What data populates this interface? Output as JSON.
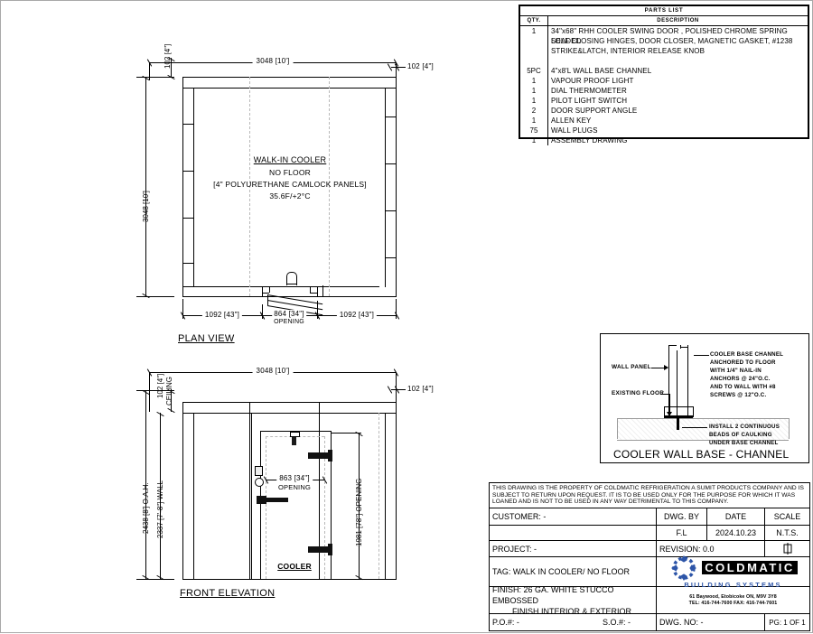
{
  "parts_list": {
    "title": "PARTS LIST",
    "col_qty": "QTY.",
    "col_desc": "DESCRIPTION",
    "rows": [
      {
        "qty": "1",
        "desc": "34\"x68\" RHH COOLER SWING DOOR ,  POLISHED CHROME SPRING LOADED"
      },
      {
        "qty": "",
        "desc": "SELF CLOSING HINGES, DOOR CLOSER, MAGNETIC GASKET, #1238"
      },
      {
        "qty": "",
        "desc": "STRIKE&LATCH, INTERIOR RELEASE KNOB"
      },
      {
        "qty": "",
        "desc": ""
      },
      {
        "qty": "5PC",
        "desc": "4\"x8'L WALL BASE CHANNEL"
      },
      {
        "qty": "1",
        "desc": "VAPOUR PROOF LIGHT"
      },
      {
        "qty": "1",
        "desc": "DIAL THERMOMETER"
      },
      {
        "qty": "1",
        "desc": "PILOT LIGHT SWITCH"
      },
      {
        "qty": "2",
        "desc": "DOOR SUPPORT ANGLE"
      },
      {
        "qty": "1",
        "desc": "ALLEN KEY"
      },
      {
        "qty": "75",
        "desc": "WALL PLUGS"
      },
      {
        "qty": "1",
        "desc": "ASSEMBLY DRAWING"
      }
    ]
  },
  "plan_view": {
    "title": "PLAN VIEW",
    "dim_top": "3048 [10']",
    "dim_top_right": "102 [4\"]",
    "dim_top_left": "102 [4\"]",
    "dim_left": "3048 [10']",
    "dim_bottom_left": "1092 [43\"]",
    "dim_bottom_center": "864 [34\"]",
    "dim_bottom_center_sub": "OPENING",
    "dim_bottom_right": "1092 [43\"]",
    "label_line1": "WALK-IN COOLER",
    "label_line2": "NO FLOOR",
    "label_line3": "[4\" POLYURETHANE CAMLOCK PANELS]",
    "label_line4": "35.6F/+2°C"
  },
  "front_elevation": {
    "title": "FRONT ELEVATION",
    "dim_top": "3048 [10']",
    "dim_top_right": "102 [4\"]",
    "dim_ceiling": "102 [4\"]",
    "dim_ceiling_label": "CEILING",
    "dim_left_outer": "2438 [8'] O.A.H.",
    "dim_left_inner": "2337 [7'-8\"] WALL",
    "dim_door_width": "863 [34\"]",
    "dim_door_width_sub": "OPENING",
    "dim_door_height": "1981 [78\"] OPENING",
    "door_label": "COOLER"
  },
  "detail": {
    "title": "COOLER WALL BASE - CHANNEL",
    "label_wall_panel": "WALL PANEL",
    "label_existing_floor": "EXISTING FLOOR",
    "note_right": [
      "COOLER BASE CHANNEL",
      "ANCHORED TO FLOOR",
      "WITH 1/4\" NAIL-IN",
      "ANCHORS @ 24\"O.C.",
      "AND TO WALL WITH #8",
      "SCREWS @ 12\"O.C."
    ],
    "note_bottom": [
      "INSTALL 2 CONTINUOUS",
      "BEADS OF CAULKING",
      "UNDER BASE CHANNEL"
    ]
  },
  "title_block": {
    "disclaimer": "THIS DRAWING IS THE PROPERTY OF COLDMATIC REFRIGERATION A SUMIT PRODUCTS COMPANY AND IS SUBJECT TO RETURN UPON REQUEST. IT IS TO BE USED ONLY FOR THE PURPOSE FOR WHICH IT WAS LOANED AND IS NOT TO BE USED IN ANY WAY DETRIMENTAL TO THIS COMPANY.",
    "customer_label": "CUSTOMER: -",
    "project_label": "PROJECT: -",
    "tag_label": "TAG: WALK IN COOLER/ NO FLOOR",
    "finish_line1": "FINISH: 26 GA. WHITE STUCCO EMBOSSED",
    "finish_line2": "FINISH INTERIOR & EXTERIOR",
    "po_label": "P.O.#: -",
    "so_label": "S.O.#: -",
    "dwg_by_header": "DWG. BY",
    "date_header": "DATE",
    "scale_header": "SCALE",
    "dwg_by_value": "F.L",
    "date_value": "2024.10.23",
    "scale_value": "N.T.S.",
    "revision_label": "REVISION: 0.0",
    "dwg_no_label": "DWG. NO: -",
    "page_label": "PG: 1 OF 1",
    "projection_symbol": "third-angle-projection"
  },
  "logo": {
    "wordmark": "COLDMATIC",
    "tagline": "BUILDING SYSTEMS",
    "address_line1": "61 Baywood, Etobicoke   ON, M9V 3Y8",
    "address_line2": "TEL: 416-744-7600      FAX: 416-744-7601",
    "brand_color": "#2d55a8"
  }
}
